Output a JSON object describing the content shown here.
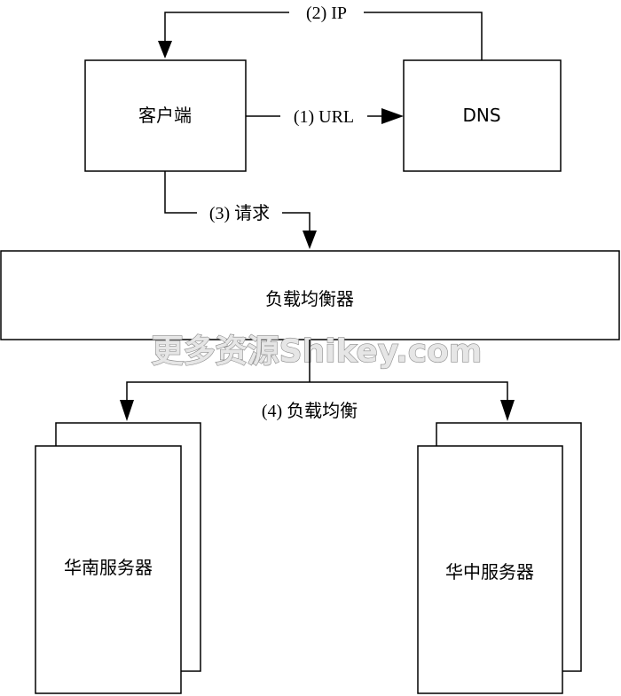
{
  "nodes": {
    "client": "客户端",
    "dns": "DNS",
    "load_balancer": "负载均衡器",
    "server_south": "华南服务器",
    "server_central": "华中服务器"
  },
  "edges": {
    "url": "(1) URL",
    "ip": "(2) IP",
    "request": "(3) 请求",
    "balance": "(4) 负载均衡"
  },
  "watermark": "更多资源Shikey.com"
}
